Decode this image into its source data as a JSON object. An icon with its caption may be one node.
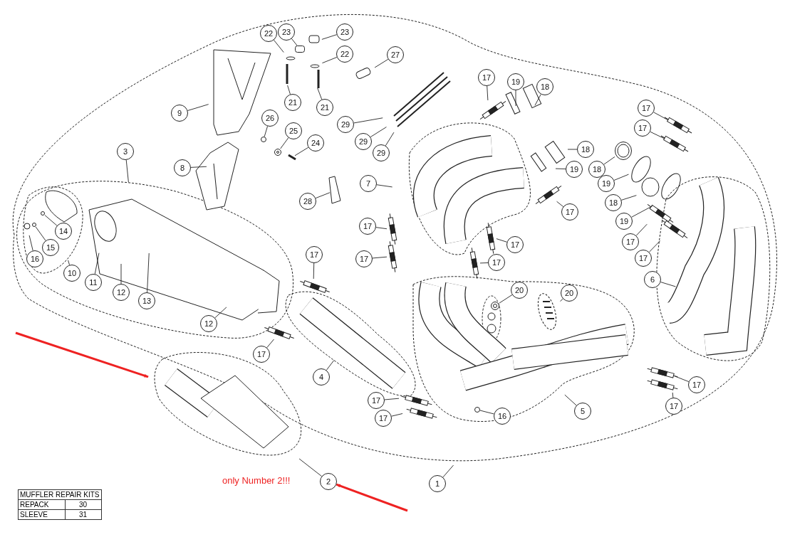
{
  "diagram": {
    "nodes": [
      {
        "text": [
          "23"
        ]
      },
      {
        "text": [
          "23"
        ]
      },
      {
        "text": [
          "22"
        ]
      },
      {
        "text": [
          "22"
        ]
      },
      {
        "text": [
          "27"
        ]
      },
      {
        "text": [
          "9"
        ]
      },
      {
        "text": [
          "21"
        ]
      },
      {
        "text": [
          "21"
        ]
      },
      {
        "text": [
          "26"
        ]
      },
      {
        "text": [
          "29"
        ]
      },
      {
        "text": [
          "17"
        ]
      },
      {
        "text": [
          "19"
        ]
      },
      {
        "text": [
          "18"
        ]
      },
      {
        "text": [
          "25"
        ]
      },
      {
        "text": [
          "29"
        ]
      },
      {
        "text": [
          "24"
        ]
      },
      {
        "text": [
          "3"
        ]
      },
      {
        "text": [
          "29"
        ]
      },
      {
        "text": [
          "8"
        ]
      },
      {
        "text": [
          "7"
        ]
      },
      {
        "text": [
          "17"
        ]
      },
      {
        "text": [
          "17"
        ]
      },
      {
        "text": [
          "18"
        ]
      },
      {
        "text": [
          "19"
        ]
      },
      {
        "text": [
          "18"
        ]
      },
      {
        "text": [
          "19"
        ]
      },
      {
        "text": [
          "18"
        ]
      },
      {
        "text": [
          "17"
        ]
      },
      {
        "text": [
          "28"
        ]
      },
      {
        "text": [
          "19"
        ]
      },
      {
        "text": [
          "17"
        ]
      },
      {
        "text": [
          "14"
        ]
      },
      {
        "text": [
          "17"
        ]
      },
      {
        "text": [
          "17"
        ]
      },
      {
        "text": [
          "15"
        ]
      },
      {
        "text": [
          "17"
        ]
      },
      {
        "text": [
          "16"
        ]
      },
      {
        "text": [
          "17"
        ]
      },
      {
        "text": [
          "17"
        ]
      },
      {
        "text": [
          "10"
        ]
      },
      {
        "text": [
          "6"
        ]
      },
      {
        "text": [
          "11"
        ]
      },
      {
        "text": [
          "17"
        ]
      },
      {
        "text": [
          "12"
        ]
      },
      {
        "text": [
          "20"
        ]
      },
      {
        "text": [
          "20"
        ]
      },
      {
        "text": [
          "13"
        ]
      },
      {
        "text": [
          "12"
        ]
      },
      {
        "text": [
          "17"
        ]
      },
      {
        "text": [
          "4"
        ]
      },
      {
        "text": [
          "17"
        ]
      },
      {
        "text": [
          "17"
        ]
      },
      {
        "text": [
          "5"
        ]
      },
      {
        "text": [
          "17"
        ]
      },
      {
        "text": [
          "16"
        ]
      },
      {
        "text": [
          "17"
        ]
      },
      {
        "text": [
          "1"
        ]
      },
      {
        "text": [
          "2"
        ]
      },
      {
        "text": [],
        "shape": "outline"
      },
      {
        "text": [],
        "shape": "circle"
      },
      {
        "text": [],
        "shape": "picture"
      },
      {
        "text": [],
        "shape": "circle"
      },
      {
        "text": [],
        "shape": "circle"
      },
      {
        "text": [],
        "shape": "picture"
      },
      {
        "text": [],
        "shape": "circle"
      },
      {
        "text": [],
        "shape": "box"
      },
      {
        "text": [],
        "shape": "picture"
      },
      {
        "text": [],
        "shape": "picture"
      }
    ],
    "edges": [
      {
        "from": 0,
        "to": 65,
        "arrow": "none"
      },
      {
        "from": 1,
        "to": null,
        "arrow": "none"
      },
      {
        "from": 2,
        "to": null,
        "arrow": "none"
      },
      {
        "from": 3,
        "to": null,
        "arrow": "none"
      },
      {
        "from": 4,
        "to": null,
        "arrow": "none"
      },
      {
        "from": 5,
        "to": null,
        "arrow": "none"
      },
      {
        "from": 6,
        "to": null,
        "arrow": "none"
      },
      {
        "from": 7,
        "to": null,
        "arrow": "none"
      },
      {
        "from": 8,
        "to": 59,
        "arrow": "none"
      },
      {
        "from": 9,
        "to": null,
        "arrow": "none"
      },
      {
        "from": 10,
        "to": null,
        "arrow": "none"
      },
      {
        "from": 11,
        "to": null,
        "arrow": "none"
      },
      {
        "from": 12,
        "to": null,
        "arrow": "none"
      },
      {
        "from": 13,
        "to": 60,
        "arrow": "none"
      },
      {
        "from": 14,
        "to": null,
        "arrow": "none"
      },
      {
        "from": 15,
        "to": null,
        "arrow": "none"
      },
      {
        "from": 16,
        "to": null,
        "arrow": "none"
      },
      {
        "from": 17,
        "to": null,
        "arrow": "none"
      },
      {
        "from": 18,
        "to": null,
        "arrow": "none"
      },
      {
        "from": 19,
        "to": null,
        "arrow": "none"
      },
      {
        "from": 20,
        "to": null,
        "arrow": "none"
      },
      {
        "from": 21,
        "to": null,
        "arrow": "none"
      },
      {
        "from": 22,
        "to": null,
        "arrow": "none"
      },
      {
        "from": 23,
        "to": null,
        "arrow": "none"
      },
      {
        "from": 24,
        "to": 67,
        "arrow": "none"
      },
      {
        "from": 25,
        "to": null,
        "arrow": "none"
      },
      {
        "from": 26,
        "to": null,
        "arrow": "none"
      },
      {
        "from": 27,
        "to": null,
        "arrow": "none"
      },
      {
        "from": 28,
        "to": null,
        "arrow": "none"
      },
      {
        "from": 29,
        "to": null,
        "arrow": "none"
      },
      {
        "from": 30,
        "to": null,
        "arrow": "none"
      },
      {
        "from": 31,
        "to": 61,
        "arrow": "none"
      },
      {
        "from": 32,
        "to": null,
        "arrow": "none"
      },
      {
        "from": 33,
        "to": null,
        "arrow": "none"
      },
      {
        "from": 34,
        "to": 62,
        "arrow": "none"
      },
      {
        "from": 35,
        "to": null,
        "arrow": "none"
      },
      {
        "from": 36,
        "to": null,
        "arrow": "none"
      },
      {
        "from": 37,
        "to": null,
        "arrow": "none"
      },
      {
        "from": 38,
        "to": null,
        "arrow": "none"
      },
      {
        "from": 39,
        "to": null,
        "arrow": "none"
      },
      {
        "from": 40,
        "to": null,
        "arrow": "none"
      },
      {
        "from": 41,
        "to": null,
        "arrow": "none"
      },
      {
        "from": 42,
        "to": null,
        "arrow": "none"
      },
      {
        "from": 43,
        "to": null,
        "arrow": "none"
      },
      {
        "from": 44,
        "to": 63,
        "arrow": "none"
      },
      {
        "from": 45,
        "to": null,
        "arrow": "none"
      },
      {
        "from": 46,
        "to": null,
        "arrow": "none"
      },
      {
        "from": 47,
        "to": null,
        "arrow": "none"
      },
      {
        "from": 48,
        "to": 66,
        "arrow": "none"
      },
      {
        "from": 49,
        "to": null,
        "arrow": "none"
      },
      {
        "from": 50,
        "to": null,
        "arrow": "none"
      },
      {
        "from": 51,
        "to": null,
        "arrow": "none"
      },
      {
        "from": 52,
        "to": null,
        "arrow": "none"
      },
      {
        "from": 53,
        "to": null,
        "arrow": "none"
      },
      {
        "from": 54,
        "to": 64,
        "arrow": "none"
      },
      {
        "from": 55,
        "to": null,
        "arrow": "none"
      },
      {
        "from": 56,
        "to": null,
        "arrow": "none"
      },
      {
        "from": 57,
        "to": 58,
        "arrow": "none"
      },
      {
        "from": null,
        "to": 58,
        "arrow": "to",
        "style": "thick",
        "color": "#ee2222"
      },
      {
        "from": null,
        "to": 57,
        "arrow": "to",
        "style": "thick",
        "color": "#ee2222"
      }
    ],
    "labels": [
      "only Number 2!!!",
      "MUFFLER REPAIR KITS",
      "REPACK",
      "30",
      "SLEEVE",
      "31"
    ]
  }
}
